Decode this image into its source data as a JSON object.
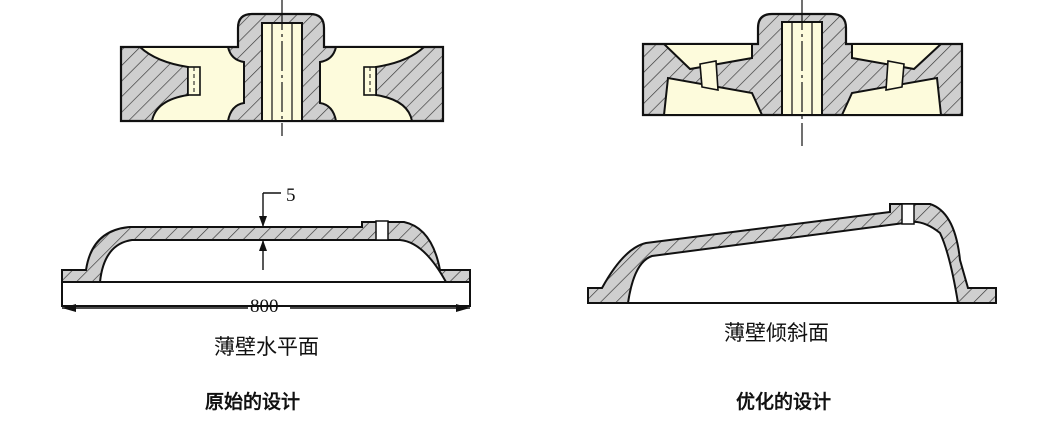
{
  "left": {
    "dimension_thickness": "5",
    "dimension_length": "800",
    "subtitle": "薄壁水平面",
    "caption": "原始的设计"
  },
  "right": {
    "subtitle": "薄壁倾斜面",
    "caption": "优化的设计"
  },
  "colors": {
    "line": "#111111",
    "core_fill": "#fdfbdc",
    "section_fill": "#cfcfcf",
    "hatch": "#333333",
    "background": "#ffffff"
  }
}
